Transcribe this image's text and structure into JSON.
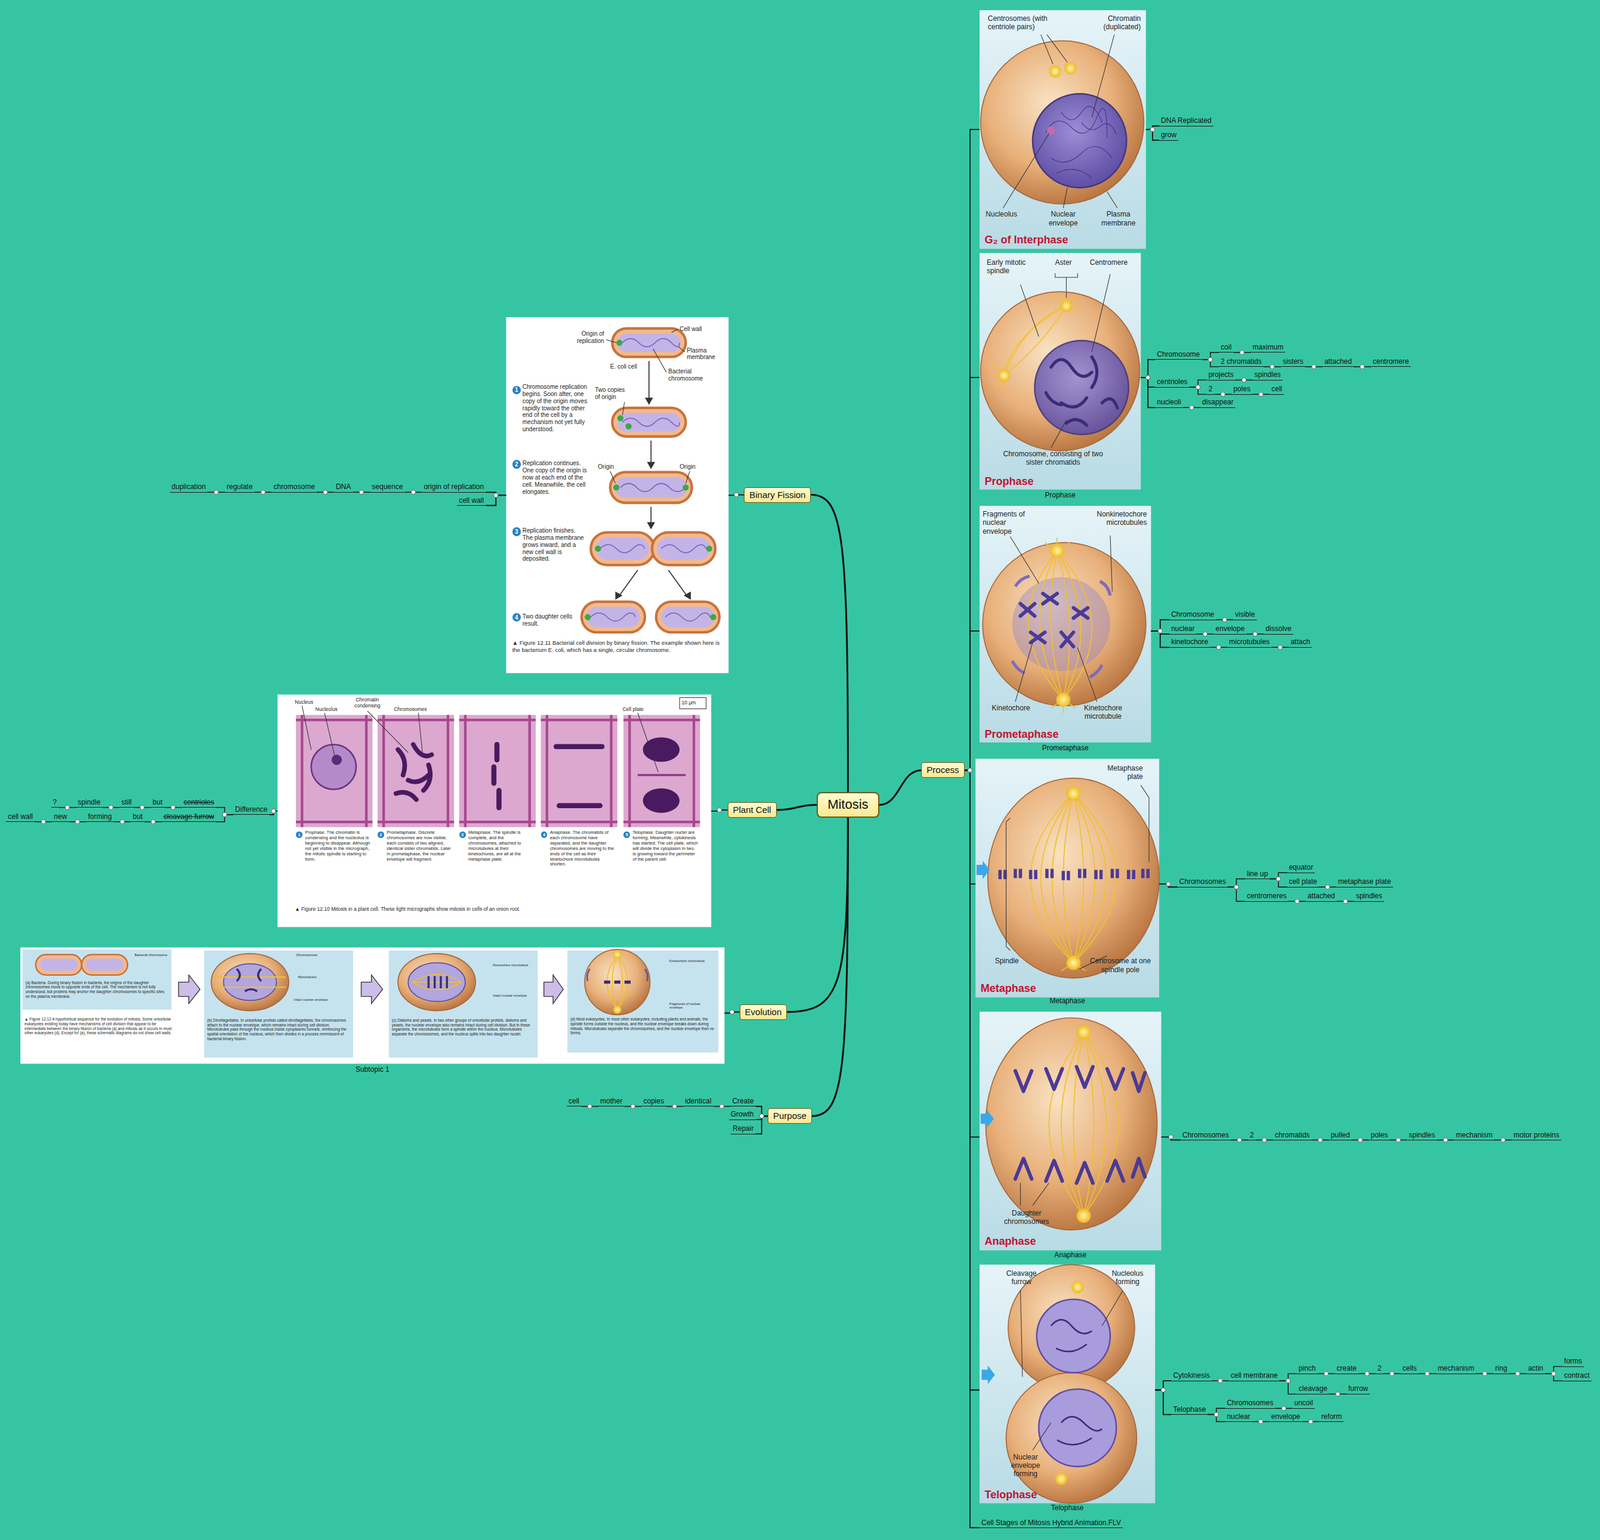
{
  "diagram": {
    "nodes": [
      {
        "text": [
          "Mitosis"
        ]
      },
      {
        "text": [
          "Process"
        ]
      },
      {
        "text": [
          "G₂ of Interphase"
        ]
      },
      {
        "text": [
          "DNA Replicated"
        ]
      },
      {
        "text": [
          "grow"
        ]
      },
      {
        "text": [
          "Prophase",
          "Prophase"
        ]
      },
      {
        "text": [
          "Chromosome"
        ]
      },
      {
        "text": [
          "coil"
        ]
      },
      {
        "text": [
          "maximum"
        ]
      },
      {
        "text": [
          "2 chromatids"
        ]
      },
      {
        "text": [
          "sisters"
        ]
      },
      {
        "text": [
          "attached"
        ]
      },
      {
        "text": [
          "centromere"
        ]
      },
      {
        "text": [
          "centrioles"
        ]
      },
      {
        "text": [
          "projects"
        ]
      },
      {
        "text": [
          "spindles"
        ]
      },
      {
        "text": [
          "2"
        ]
      },
      {
        "text": [
          "poles"
        ]
      },
      {
        "text": [
          "cell"
        ]
      },
      {
        "text": [
          "nucleoli"
        ]
      },
      {
        "text": [
          "disappear"
        ]
      },
      {
        "text": [
          "Prometaphase",
          "Prometaphase"
        ]
      },
      {
        "text": [
          "Chromosome"
        ]
      },
      {
        "text": [
          "visible"
        ]
      },
      {
        "text": [
          "nuclear"
        ]
      },
      {
        "text": [
          "envelope"
        ]
      },
      {
        "text": [
          "dissolve"
        ]
      },
      {
        "text": [
          "kinetochore"
        ]
      },
      {
        "text": [
          "microtubules"
        ]
      },
      {
        "text": [
          "attach"
        ]
      },
      {
        "text": [
          "Metaphase",
          "Metaphase"
        ]
      },
      {
        "text": [
          "Chromosomes"
        ]
      },
      {
        "text": [
          "line up"
        ]
      },
      {
        "text": [
          "equator"
        ]
      },
      {
        "text": [
          "cell plate"
        ]
      },
      {
        "text": [
          "metaphase plate"
        ]
      },
      {
        "text": [
          "centromeres"
        ]
      },
      {
        "text": [
          "attached"
        ]
      },
      {
        "text": [
          "spindles"
        ]
      },
      {
        "text": [
          "Anaphase",
          "Anaphase"
        ]
      },
      {
        "text": [
          "Chromosomes"
        ]
      },
      {
        "text": [
          "2"
        ]
      },
      {
        "text": [
          "chromatids"
        ]
      },
      {
        "text": [
          "pulled"
        ]
      },
      {
        "text": [
          "poles"
        ]
      },
      {
        "text": [
          "spindles"
        ]
      },
      {
        "text": [
          "mechanism"
        ]
      },
      {
        "text": [
          "motor proteins"
        ]
      },
      {
        "text": [
          "Telophase",
          "Telophase"
        ]
      },
      {
        "text": [
          "Cytokinesis"
        ]
      },
      {
        "text": [
          "cell membrane"
        ]
      },
      {
        "text": [
          "pinch"
        ]
      },
      {
        "text": [
          "create"
        ]
      },
      {
        "text": [
          "2"
        ]
      },
      {
        "text": [
          "cells"
        ]
      },
      {
        "text": [
          "mechanism"
        ]
      },
      {
        "text": [
          "ring"
        ]
      },
      {
        "text": [
          "actin"
        ]
      },
      {
        "text": [
          "forms"
        ]
      },
      {
        "text": [
          "contract"
        ]
      },
      {
        "text": [
          "cleavage"
        ]
      },
      {
        "text": [
          "furrow"
        ]
      },
      {
        "text": [
          "Telophase"
        ]
      },
      {
        "text": [
          "Chromosomes"
        ]
      },
      {
        "text": [
          "uncoil"
        ]
      },
      {
        "text": [
          "nuclear"
        ]
      },
      {
        "text": [
          "envelope"
        ]
      },
      {
        "text": [
          "reform"
        ]
      },
      {
        "text": [
          "Cell Stages of Mitosis Hybrid Animation.FLV"
        ]
      },
      {
        "text": [
          "Binary Fission"
        ]
      },
      {
        "text": [
          "▲ Figure 12.11 Bacterial cell division by binary fission. The example shown here is the bacterium E. coli, which has a single, circular chromosome."
        ]
      },
      {
        "text": [
          "origin of replication"
        ]
      },
      {
        "text": [
          "sequence"
        ]
      },
      {
        "text": [
          "DNA"
        ]
      },
      {
        "text": [
          "chromosome"
        ]
      },
      {
        "text": [
          "regulate"
        ]
      },
      {
        "text": [
          "duplication"
        ]
      },
      {
        "text": [
          "cell wall"
        ]
      },
      {
        "text": [
          "Plant Cell"
        ]
      },
      {
        "text": [
          "▲ Figure 12.10 Mitosis in a plant cell. These light micrographs show mitosis in cells of an onion root."
        ]
      },
      {
        "text": [
          "Difference"
        ]
      },
      {
        "text": [
          "centrioles"
        ]
      },
      {
        "text": [
          "but"
        ]
      },
      {
        "text": [
          "still"
        ]
      },
      {
        "text": [
          "spindle"
        ]
      },
      {
        "text": [
          "?"
        ]
      },
      {
        "text": [
          "cleavage furrow"
        ]
      },
      {
        "text": [
          "but"
        ]
      },
      {
        "text": [
          "forming"
        ]
      },
      {
        "text": [
          "new"
        ]
      },
      {
        "text": [
          "cell wall"
        ]
      },
      {
        "text": [
          "Evolution"
        ]
      },
      {
        "text": [
          "Subtopic 1"
        ]
      },
      {
        "text": [
          "Purpose"
        ]
      },
      {
        "text": [
          "Create"
        ]
      },
      {
        "text": [
          "identical"
        ]
      },
      {
        "text": [
          "copies"
        ]
      },
      {
        "text": [
          "mother"
        ]
      },
      {
        "text": [
          "cell"
        ]
      },
      {
        "text": [
          "Growth"
        ]
      },
      {
        "text": [
          "Repair"
        ]
      }
    ],
    "edges": [
      {
        "from": 0,
        "to": 1,
        "arrow": "none"
      },
      {
        "from": 1,
        "to": 2,
        "arrow": "none"
      },
      {
        "from": 1,
        "to": 5,
        "arrow": "none"
      },
      {
        "from": 1,
        "to": 21,
        "arrow": "none"
      },
      {
        "from": 1,
        "to": 30,
        "arrow": "none"
      },
      {
        "from": 1,
        "to": 39,
        "arrow": "none"
      },
      {
        "from": 1,
        "to": 48,
        "arrow": "none"
      },
      {
        "from": 1,
        "to": 68,
        "arrow": "none"
      },
      {
        "from": 2,
        "to": 3,
        "arrow": "none"
      },
      {
        "from": 2,
        "to": 4,
        "arrow": "none"
      },
      {
        "from": 5,
        "to": 6,
        "arrow": "none"
      },
      {
        "from": 6,
        "to": 7,
        "arrow": "none"
      },
      {
        "from": 7,
        "to": 8,
        "arrow": "none"
      },
      {
        "from": 6,
        "to": 9,
        "arrow": "none"
      },
      {
        "from": 9,
        "to": 10,
        "arrow": "none"
      },
      {
        "from": 10,
        "to": 11,
        "arrow": "none"
      },
      {
        "from": 11,
        "to": 12,
        "arrow": "none"
      },
      {
        "from": 5,
        "to": 13,
        "arrow": "none"
      },
      {
        "from": 13,
        "to": 14,
        "arrow": "none"
      },
      {
        "from": 14,
        "to": 15,
        "arrow": "none"
      },
      {
        "from": 13,
        "to": 16,
        "arrow": "none"
      },
      {
        "from": 16,
        "to": 17,
        "arrow": "none"
      },
      {
        "from": 17,
        "to": 18,
        "arrow": "none"
      },
      {
        "from": 5,
        "to": 19,
        "arrow": "none"
      },
      {
        "from": 19,
        "to": 20,
        "arrow": "none"
      },
      {
        "from": 21,
        "to": 22,
        "arrow": "none"
      },
      {
        "from": 22,
        "to": 23,
        "arrow": "none"
      },
      {
        "from": 21,
        "to": 24,
        "arrow": "none"
      },
      {
        "from": 24,
        "to": 25,
        "arrow": "none"
      },
      {
        "from": 25,
        "to": 26,
        "arrow": "none"
      },
      {
        "from": 21,
        "to": 27,
        "arrow": "none"
      },
      {
        "from": 27,
        "to": 28,
        "arrow": "none"
      },
      {
        "from": 28,
        "to": 29,
        "arrow": "none"
      },
      {
        "from": 30,
        "to": 31,
        "arrow": "none"
      },
      {
        "from": 31,
        "to": 32,
        "arrow": "none"
      },
      {
        "from": 32,
        "to": 33,
        "arrow": "none"
      },
      {
        "from": 32,
        "to": 34,
        "arrow": "none"
      },
      {
        "from": 34,
        "to": 35,
        "arrow": "none"
      },
      {
        "from": 31,
        "to": 36,
        "arrow": "none"
      },
      {
        "from": 36,
        "to": 37,
        "arrow": "none"
      },
      {
        "from": 37,
        "to": 38,
        "arrow": "none"
      },
      {
        "from": 39,
        "to": 40,
        "arrow": "none"
      },
      {
        "from": 40,
        "to": 41,
        "arrow": "none"
      },
      {
        "from": 41,
        "to": 42,
        "arrow": "none"
      },
      {
        "from": 42,
        "to": 43,
        "arrow": "none"
      },
      {
        "from": 43,
        "to": 44,
        "arrow": "none"
      },
      {
        "from": 44,
        "to": 45,
        "arrow": "none"
      },
      {
        "from": 45,
        "to": 46,
        "arrow": "none"
      },
      {
        "from": 46,
        "to": 47,
        "arrow": "none"
      },
      {
        "from": 48,
        "to": 49,
        "arrow": "none"
      },
      {
        "from": 49,
        "to": 50,
        "arrow": "none"
      },
      {
        "from": 50,
        "to": 51,
        "arrow": "none"
      },
      {
        "from": 51,
        "to": 52,
        "arrow": "none"
      },
      {
        "from": 52,
        "to": 53,
        "arrow": "none"
      },
      {
        "from": 53,
        "to": 54,
        "arrow": "none"
      },
      {
        "from": 54,
        "to": 55,
        "arrow": "none"
      },
      {
        "from": 55,
        "to": 56,
        "arrow": "none"
      },
      {
        "from": 56,
        "to": 57,
        "arrow": "none"
      },
      {
        "from": 57,
        "to": 58,
        "arrow": "none"
      },
      {
        "from": 57,
        "to": 59,
        "arrow": "none"
      },
      {
        "from": 50,
        "to": 60,
        "arrow": "none"
      },
      {
        "from": 60,
        "to": 61,
        "arrow": "none"
      },
      {
        "from": 48,
        "to": 62,
        "arrow": "none"
      },
      {
        "from": 62,
        "to": 63,
        "arrow": "none"
      },
      {
        "from": 63,
        "to": 64,
        "arrow": "none"
      },
      {
        "from": 62,
        "to": 65,
        "arrow": "none"
      },
      {
        "from": 65,
        "to": 66,
        "arrow": "none"
      },
      {
        "from": 66,
        "to": 67,
        "arrow": "none"
      },
      {
        "from": 0,
        "to": 69,
        "arrow": "none"
      },
      {
        "from": 69,
        "to": 70,
        "arrow": "none"
      },
      {
        "from": 70,
        "to": 71,
        "arrow": "none"
      },
      {
        "from": 71,
        "to": 72,
        "arrow": "none"
      },
      {
        "from": 72,
        "to": 73,
        "arrow": "none"
      },
      {
        "from": 73,
        "to": 74,
        "arrow": "none"
      },
      {
        "from": 74,
        "to": 75,
        "arrow": "none"
      },
      {
        "from": 75,
        "to": 76,
        "arrow": "none"
      },
      {
        "from": 70,
        "to": 77,
        "arrow": "none"
      },
      {
        "from": 0,
        "to": 78,
        "arrow": "none"
      },
      {
        "from": 78,
        "to": 79,
        "arrow": "none"
      },
      {
        "from": 79,
        "to": 80,
        "arrow": "none"
      },
      {
        "from": 80,
        "to": 81,
        "arrow": "none"
      },
      {
        "from": 81,
        "to": 82,
        "arrow": "none"
      },
      {
        "from": 82,
        "to": 83,
        "arrow": "none"
      },
      {
        "from": 83,
        "to": 84,
        "arrow": "none"
      },
      {
        "from": 84,
        "to": 85,
        "arrow": "none"
      },
      {
        "from": 80,
        "to": 86,
        "arrow": "none"
      },
      {
        "from": 86,
        "to": 87,
        "arrow": "none"
      },
      {
        "from": 87,
        "to": 88,
        "arrow": "none"
      },
      {
        "from": 88,
        "to": 89,
        "arrow": "none"
      },
      {
        "from": 89,
        "to": 90,
        "arrow": "none"
      },
      {
        "from": 0,
        "to": 91,
        "arrow": "none"
      },
      {
        "from": 91,
        "to": 92,
        "arrow": "none"
      },
      {
        "from": 0,
        "to": 93,
        "arrow": "none"
      },
      {
        "from": 93,
        "to": 94,
        "arrow": "none"
      },
      {
        "from": 94,
        "to": 95,
        "arrow": "none"
      },
      {
        "from": 95,
        "to": 96,
        "arrow": "none"
      },
      {
        "from": 96,
        "to": 97,
        "arrow": "none"
      },
      {
        "from": 97,
        "to": 98,
        "arrow": "none"
      },
      {
        "from": 93,
        "to": 99,
        "arrow": "none"
      },
      {
        "from": 93,
        "to": 100,
        "arrow": "none"
      }
    ],
    "labels": [
      "Centrosomes (with centriole pairs)",
      "Chromatin (duplicated)",
      "Nucleolus",
      "Nuclear envelope",
      "Plasma membrane",
      "Early mitotic spindle",
      "Aster",
      "Centromere",
      "Chromosome, consisting of two sister chromatids",
      "Fragments of nuclear envelope",
      "Nonkinetochore microtubules",
      "Kinetochore",
      "Kinetochore microtubule",
      "Metaphase plate",
      "Spindle",
      "Centrosome at one spindle pole",
      "Daughter chromosomes",
      "Cleavage furrow",
      "Nucleolus forming",
      "Nuclear envelope forming",
      "Origin of replication",
      "Cell wall",
      "Plasma membrane",
      "E. coli cell",
      "Bacterial chromosome",
      "1",
      "Chromosome replication begins. Soon after, one copy of the origin moves rapidly toward the other end of the cell by a mechanism not yet fully understood.",
      "Two copies of origin",
      "2",
      "Replication continues. One copy of the origin is now at each end of the cell. Meanwhile, the cell elongates.",
      "Origin",
      "Origin",
      "3",
      "Replication finishes. The plasma membrane grows inward, and a new cell wall is deposited.",
      "4",
      "Two daughter cells result.",
      "Nucleus",
      "Nucleolus",
      "Chromatin condensing",
      "Chromosomes",
      "Cell plate",
      "10 μm",
      "1",
      "Prophase. The chromatin is condensing and the nucleolus is beginning to disappear. Although not yet visible in the micrograph, the mitotic spindle is starting to form.",
      "2",
      "Prometaphase. Discrete chromosomes are now visible; each consists of two aligned, identical sister chromatids. Later in prometaphase, the nuclear envelope will fragment.",
      "3",
      "Metaphase. The spindle is complete, and the chromosomes, attached to microtubules at their kinetochores, are all at the metaphase plate.",
      "4",
      "Anaphase. The chromatids of each chromosome have separated, and the daughter chromosomes are moving to the ends of the cell as their kinetochore microtubules shorten.",
      "5",
      "Telophase. Daughter nuclei are forming. Meanwhile, cytokinesis has started: The cell plate, which will divide the cytoplasm in two, is growing toward the perimeter of the parent cell.",
      "Bacterial chromosome",
      "(a) Bacteria. During binary fission in bacteria, the origins of the daughter chromosomes move to opposite ends of the cell. The mechanism is not fully understood, but proteins may anchor the daughter chromosomes to specific sites on the plasma membrane.",
      "▲ Figure 12.12 A hypothetical sequence for the evolution of mitosis. Some unicellular eukaryotes existing today have mechanisms of cell division that appear to be intermediate between the binary fission of bacteria (a) and mitosis as it occurs in most other eukaryotes (d). Except for (a), these schematic diagrams do not show cell walls.",
      "Chromosomes",
      "Microtubules",
      "Intact nuclear envelope",
      "(b) Dinoflagellates. In unicellular protists called dinoflagellates, the chromosomes attach to the nuclear envelope, which remains intact during cell division. Microtubules pass through the nucleus inside cytoplasmic tunnels, reinforcing the spatial orientation of the nucleus, which then divides in a process reminiscent of bacterial binary fission.",
      "Kinetochore microtubule",
      "Intact nuclear envelope",
      "(c) Diatoms and yeasts. In two other groups of unicellular protists, diatoms and yeasts, the nuclear envelope also remains intact during cell division. But in these organisms, the microtubules form a spindle within the nucleus. Microtubules separate the chromosomes, and the nucleus splits into two daughter nuclei.",
      "Kinetochore microtubule",
      "Fragments of nuclear envelope",
      "(d) Most eukaryotes. In most other eukaryotes, including plants and animals, the spindle forms outside the nucleus, and the nuclear envelope breaks down during mitosis. Microtubules separate the chromosomes, and the nuclear envelope then re-forms."
    ]
  }
}
